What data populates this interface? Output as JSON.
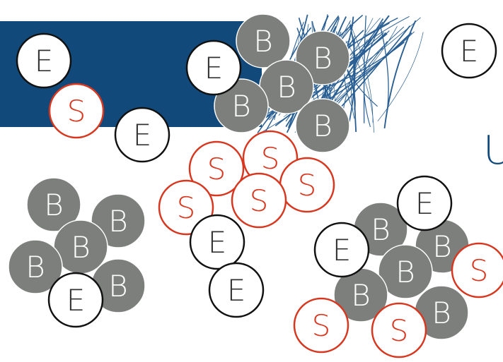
{
  "colors": {
    "banner": "#11497a",
    "scribble": "#2a5f93",
    "bound": "#7d7f7d",
    "bound_text": "#ffffff",
    "enzyme_stroke": "#111111",
    "enzyme_text": "#333333",
    "substrate_stroke": "#d8371f",
    "substrate_text": "#d8371f",
    "partial_glyph": "#11497a"
  },
  "labels": {
    "bound": "B",
    "enzyme": "E",
    "substrate": "S",
    "partial_glyph": "U"
  },
  "icons": {
    "scribble": "scribble-texture",
    "circle": "circle-node"
  }
}
